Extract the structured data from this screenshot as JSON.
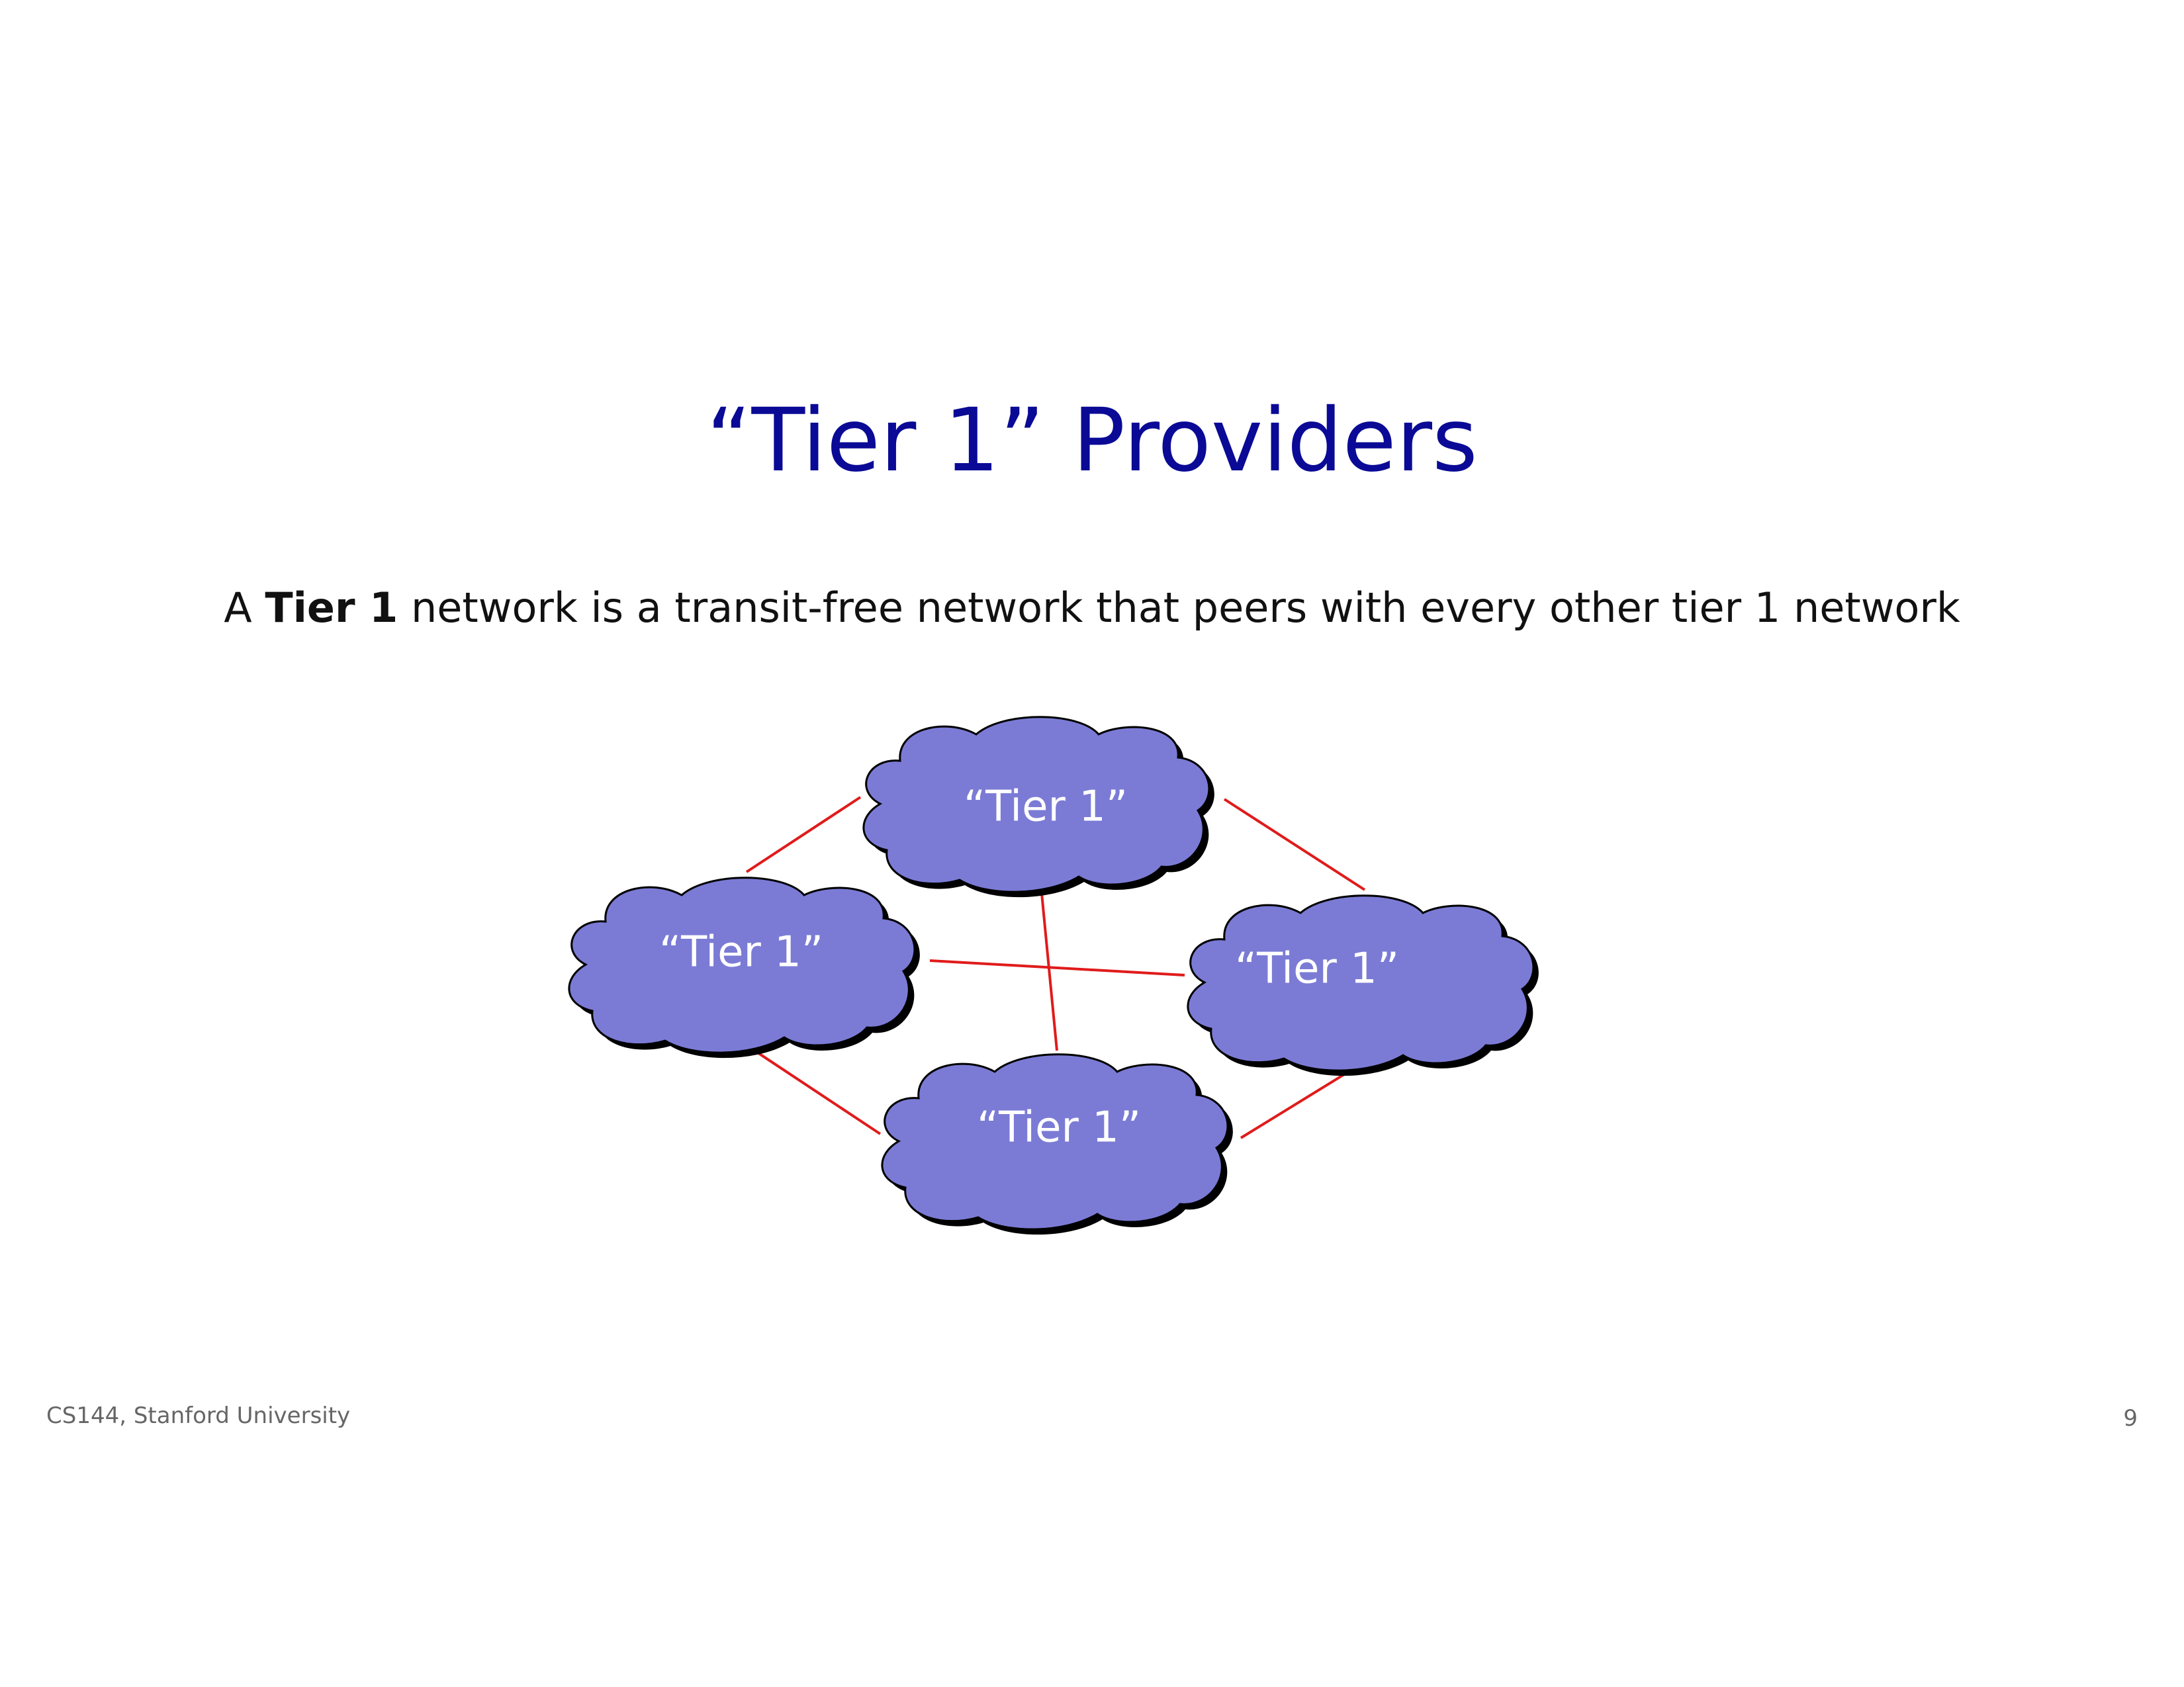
{
  "slide": {
    "title": "“Tier 1” Providers",
    "definition": {
      "prefix": "A ",
      "term": "Tier 1",
      "rest": " network is a transit-free network that peers with every other tier 1 network"
    }
  },
  "diagram": {
    "clouds": [
      {
        "id": "top",
        "label": "“Tier 1”"
      },
      {
        "id": "left",
        "label": "“Tier 1”"
      },
      {
        "id": "right",
        "label": "“Tier 1”"
      },
      {
        "id": "bottom",
        "label": "“Tier 1”"
      }
    ],
    "links": [
      {
        "from": "top",
        "to": "left"
      },
      {
        "from": "top",
        "to": "right"
      },
      {
        "from": "top",
        "to": "bottom"
      },
      {
        "from": "left",
        "to": "right"
      },
      {
        "from": "left",
        "to": "bottom"
      },
      {
        "from": "right",
        "to": "bottom"
      }
    ],
    "colors": {
      "cloud_fill": "#7b7bd6",
      "cloud_outline": "#000000",
      "link": "#e01b1b",
      "title": "#0a0a96"
    }
  },
  "footer": {
    "course": "CS144, Stanford University",
    "page_number": "9"
  }
}
